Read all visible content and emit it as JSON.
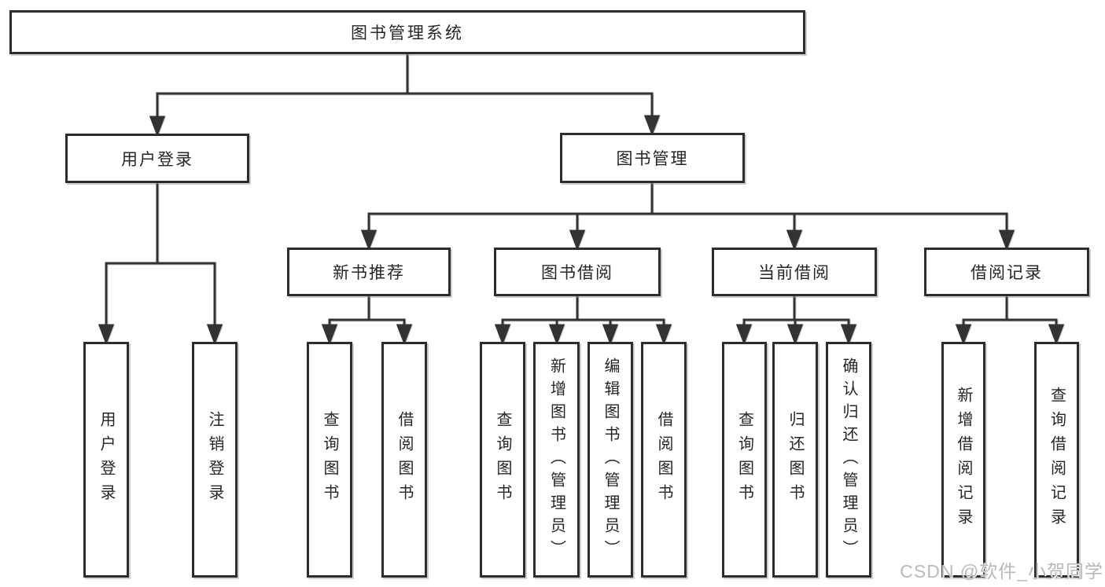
{
  "tree": {
    "label": "图书管理系统",
    "children": [
      {
        "label": "用户登录",
        "children": [
          {
            "label": "用户登录"
          },
          {
            "label": "注销登录"
          }
        ]
      },
      {
        "label": "图书管理",
        "children": [
          {
            "label": "新书推荐",
            "children": [
              {
                "label": "查询图书"
              },
              {
                "label": "借阅图书"
              }
            ]
          },
          {
            "label": "图书借阅",
            "children": [
              {
                "label": "查询图书"
              },
              {
                "label": "新增图书（管理员）"
              },
              {
                "label": "编辑图书（管理员）"
              },
              {
                "label": "借阅图书"
              }
            ]
          },
          {
            "label": "当前借阅",
            "children": [
              {
                "label": "查询图书"
              },
              {
                "label": "归还图书"
              },
              {
                "label": "确认归还（管理员）"
              }
            ]
          },
          {
            "label": "借阅记录",
            "children": [
              {
                "label": "新增借阅记录"
              },
              {
                "label": "查询借阅记录"
              }
            ]
          }
        ]
      }
    ]
  },
  "watermark": "CSDN @软件_小贺同学",
  "colors": {
    "line": "#333333",
    "box_border": "#2d2d2d",
    "text": "#262626",
    "watermark": "#b9b9b9",
    "background": "#ffffff"
  }
}
